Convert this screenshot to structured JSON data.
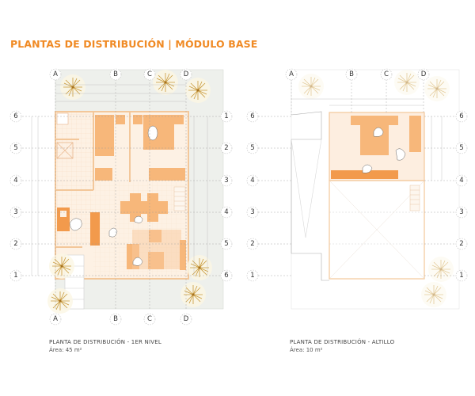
{
  "title": "PLANTAS DE DISTRIBUCIÓN | MÓDULO BASE",
  "colors": {
    "accent": "#f08a24",
    "furniture": "#f7b77a",
    "furniture_dark": "#f29a4c",
    "floor": "#fdeee0",
    "site": "#eef0ec",
    "wall": "#f3c79a"
  },
  "plans": [
    {
      "name": "planta-1er-nivel",
      "caption": "PLANTA DE DISTRIBUCIÓN - 1ER NIVEL",
      "area": "Área: 45 m²",
      "grid_columns": [
        "A",
        "B",
        "C",
        "D"
      ],
      "grid_rows_left": [
        "6",
        "5",
        "4",
        "3",
        "2",
        "1"
      ],
      "grid_rows_right": [
        "1",
        "2",
        "3",
        "4",
        "5",
        "6"
      ]
    },
    {
      "name": "planta-altillo",
      "caption": "PLANTA DE DISTRIBUCIÓN - ALTILLO",
      "area": "Área: 10 m²",
      "grid_columns": [
        "A",
        "B",
        "C",
        "D"
      ],
      "grid_rows_left": [
        "6",
        "5",
        "4",
        "3",
        "2",
        "1"
      ],
      "grid_rows_right": [
        "6",
        "5",
        "4",
        "3",
        "2",
        "1"
      ]
    }
  ]
}
